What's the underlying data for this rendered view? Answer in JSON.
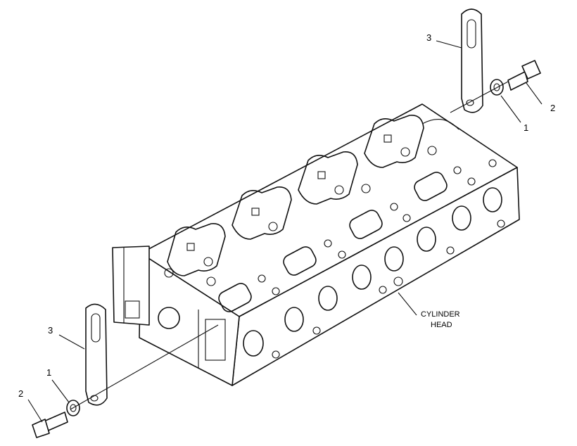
{
  "diagram": {
    "callouts": {
      "washer_top": "1",
      "bolt_top": "2",
      "bracket_top": "3",
      "washer_bottom": "1",
      "bolt_bottom": "2",
      "bracket_bottom": "3"
    },
    "cylinder_head_label": {
      "line1": "CYLINDER",
      "line2": "HEAD"
    }
  }
}
